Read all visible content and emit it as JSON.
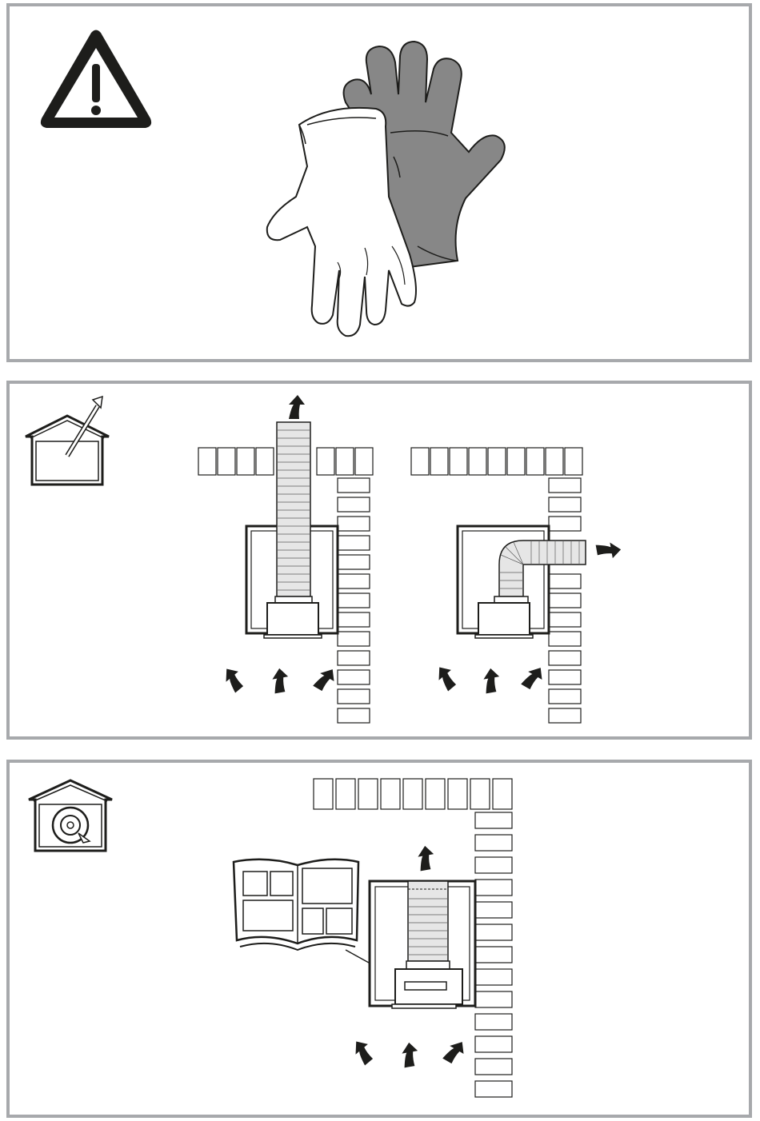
{
  "page": {
    "panels": [
      {
        "id": "safety",
        "icon": "warning-triangle-icon"
      },
      {
        "id": "extraction",
        "icon": "house-exhaust-icon"
      },
      {
        "id": "recirculation",
        "icon": "house-recirculation-icon"
      }
    ]
  },
  "colors": {
    "panel_border": "#a7a9ac",
    "line": "#1d1d1b",
    "glove_grey": "#878787",
    "pipe_fill": "#e6e6e6"
  }
}
